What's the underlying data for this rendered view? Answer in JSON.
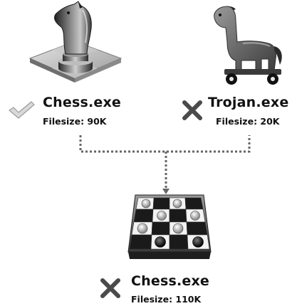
{
  "files": [
    {
      "icon": "chess-knight-icon",
      "status_icon": "checkmark-icon",
      "name": "Chess.exe",
      "size": "Filesize: 90K"
    },
    {
      "icon": "trojan-horse-icon",
      "status_icon": "cross-icon",
      "name": "Trojan.exe",
      "size": "Filesize: 20K"
    },
    {
      "icon": "checkerboard-icon",
      "status_icon": "cross-icon",
      "name": "Chess.exe",
      "size": "Filesize: 110K"
    }
  ],
  "colors": {
    "text": "#111111",
    "connector": "#666666",
    "check": "#bdbdbd",
    "cross": "#4a4a4a"
  }
}
